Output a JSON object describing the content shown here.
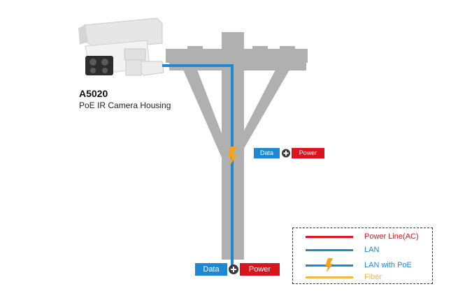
{
  "camera": {
    "model": "A5020",
    "description": "PoE IR Camera Housing"
  },
  "top_connection": {
    "data_label": "Data",
    "power_label": "Power"
  },
  "bottom_connection": {
    "data_label": "Data",
    "power_label": "Power"
  },
  "colors": {
    "data": "#1e88d2",
    "power": "#d8141c",
    "pole": "#b0b0b0",
    "lan": "#1e88d2",
    "poe_bolt": "#f2a522",
    "fiber": "#f5b642"
  },
  "legend": {
    "items": [
      {
        "label": "Power Line(AC)",
        "color": "#d8141c",
        "icon": ""
      },
      {
        "label": "LAN",
        "color": "#1e88d2",
        "icon": ""
      },
      {
        "label": "LAN with PoE",
        "color": "#1e88d2",
        "icon": "lightning-bolt-icon"
      },
      {
        "label": "Fiber",
        "color": "#f5b642",
        "icon": ""
      }
    ]
  }
}
